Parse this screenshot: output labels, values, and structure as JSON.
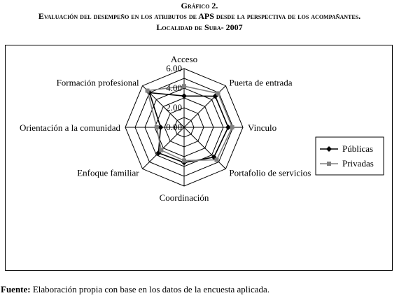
{
  "caption": {
    "line1": "Gráfico 2.",
    "line2": "Evaluación del desempeño en los atributos de APS desde la perspectiva de los acompañantes.",
    "line3": "Localidad de Suba- 2007"
  },
  "chart_data": {
    "type": "radar",
    "axes": [
      "Acceso",
      "Puerta de entrada",
      "Vinculo",
      "Portafolio de servicios",
      "Coordinación",
      "Enfoque familiar",
      "Orientación a la comunidad",
      "Formación profesional"
    ],
    "r_ticks": [
      "0.00",
      "2.00",
      "4.00",
      "6.00"
    ],
    "r_range": [
      0,
      6
    ],
    "grid": true,
    "legend_position": "right",
    "series": [
      {
        "name": "Públicas",
        "marker": "diamond",
        "color": "#000000",
        "values": [
          3.2,
          4.5,
          4.5,
          4.3,
          3.6,
          3.7,
          2.4,
          5.0
        ]
      },
      {
        "name": "Privadas",
        "marker": "square",
        "color": "#808080",
        "values": [
          4.2,
          4.9,
          4.9,
          4.7,
          3.4,
          3.3,
          2.8,
          5.3
        ]
      }
    ]
  },
  "source": {
    "label": "Fuente:",
    "text": " Elaboración propia con base en los datos de la encuesta aplicada."
  }
}
